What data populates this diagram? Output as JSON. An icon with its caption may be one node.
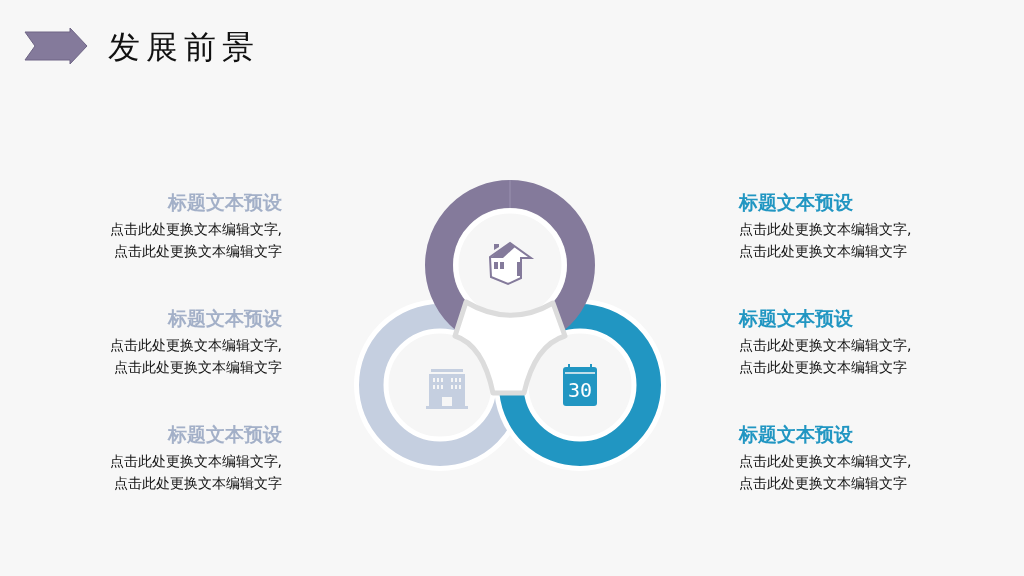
{
  "diagram": {
    "title": "发展前景",
    "labels": [
      "标题文本预设",
      "点击此处更换文本编辑文字,点击此处更换文本编辑文字",
      "标题文本预设",
      "点击此处更换文本编辑文字,点击此处更换文本编辑文字",
      "标题文本预设",
      "点击此处更换文本编辑文字,点击此处更换文本编辑文字",
      "标题文本预设",
      "点击此处更换文本编辑文字,点击此处更换文本编辑文字",
      "标题文本预设",
      "点击此处更换文本编辑文字,点击此处更换文本编辑文字",
      "标题文本预设",
      "点击此处更换文本编辑文字,点击此处更换文本编辑文字",
      "30"
    ]
  }
}
